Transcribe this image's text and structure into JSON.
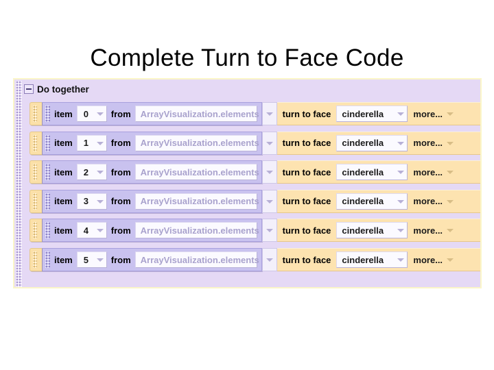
{
  "slide": {
    "title": "Complete Turn to Face Code"
  },
  "code_block": {
    "header_label": "Do together",
    "collapse_icon": "minus-box-icon",
    "handle_icon": "drag-handle-dots-icon",
    "colors": {
      "panel_background": "#e5d9f5",
      "panel_border": "#fbf6c8",
      "item_tile": "#c9c2ef",
      "action_tile": "#fde3b0",
      "tan_wrap": "#fbe0a8",
      "dropdown": "#fbfaff",
      "muted_text": "#a9a2cd"
    },
    "labels": {
      "item": "item",
      "from": "from",
      "action": "turn to face",
      "more": "more..."
    },
    "expression": "ArrayVisualization.elements",
    "target": "cinderella",
    "rows": [
      {
        "index": "0",
        "expression": "ArrayVisualization.elements",
        "action": "turn to face",
        "target": "cinderella",
        "more": "more..."
      },
      {
        "index": "1",
        "expression": "ArrayVisualization.elements",
        "action": "turn to face",
        "target": "cinderella",
        "more": "more..."
      },
      {
        "index": "2",
        "expression": "ArrayVisualization.elements",
        "action": "turn to face",
        "target": "cinderella",
        "more": "more..."
      },
      {
        "index": "3",
        "expression": "ArrayVisualization.elements",
        "action": "turn to face",
        "target": "cinderella",
        "more": "more..."
      },
      {
        "index": "4",
        "expression": "ArrayVisualization.elements",
        "action": "turn to face",
        "target": "cinderella",
        "more": "more..."
      },
      {
        "index": "5",
        "expression": "ArrayVisualization.elements",
        "action": "turn to face",
        "target": "cinderella",
        "more": "more..."
      }
    ]
  }
}
